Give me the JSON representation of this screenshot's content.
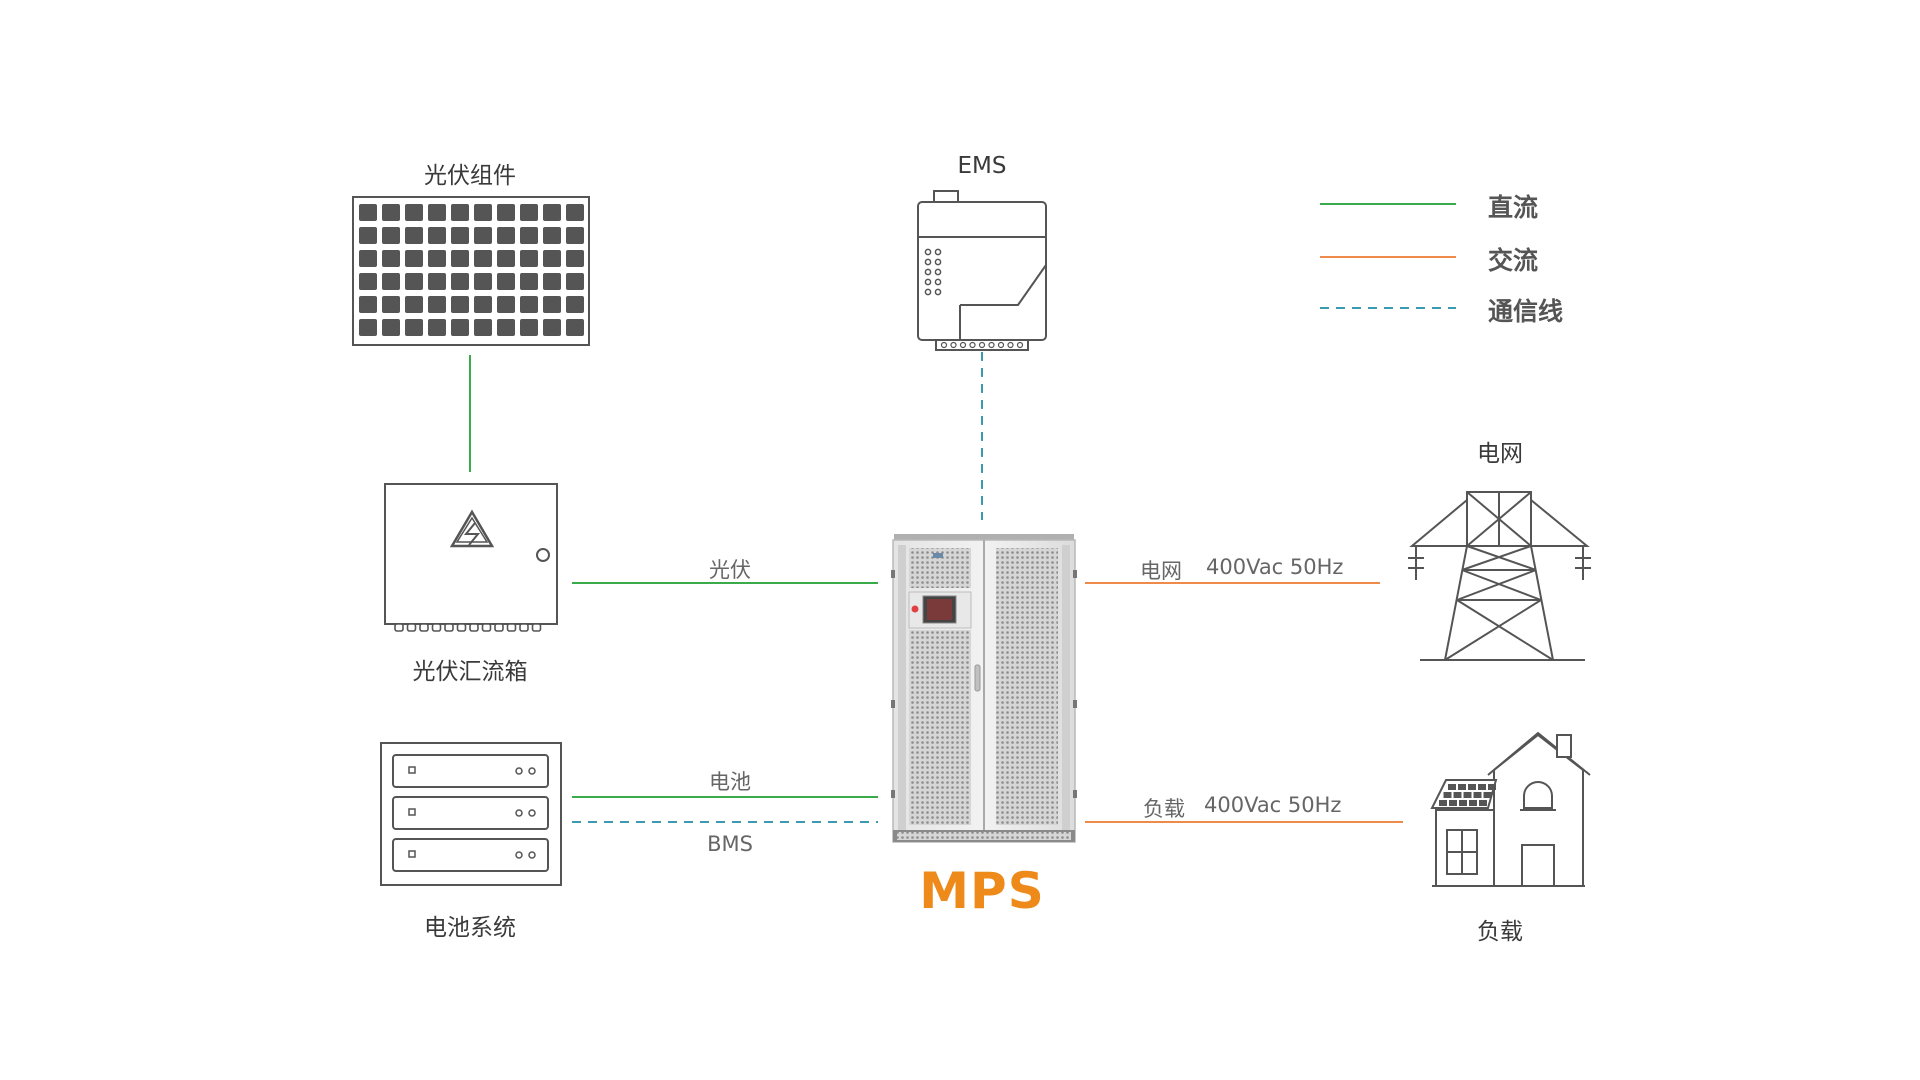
{
  "legend": {
    "dc": "直流",
    "ac": "交流",
    "comm": "通信线"
  },
  "nodes": {
    "pv_module": "光伏组件",
    "ems": "EMS",
    "pv_combiner": "光伏汇流箱",
    "battery_system": "电池系统",
    "grid": "电网",
    "load": "负载",
    "mps": "MPS"
  },
  "links": {
    "pv": "光伏",
    "battery": "电池",
    "bms": "BMS",
    "grid_name": "电网",
    "grid_spec": "400Vac  50Hz",
    "load_name": "负载",
    "load_spec": "400Vac  50Hz"
  },
  "colors": {
    "dc": "#3aaa4a",
    "ac": "#ee8a4a",
    "comm": "#3a9ab0",
    "brand": "#ee8a1a",
    "device": "#555555"
  }
}
